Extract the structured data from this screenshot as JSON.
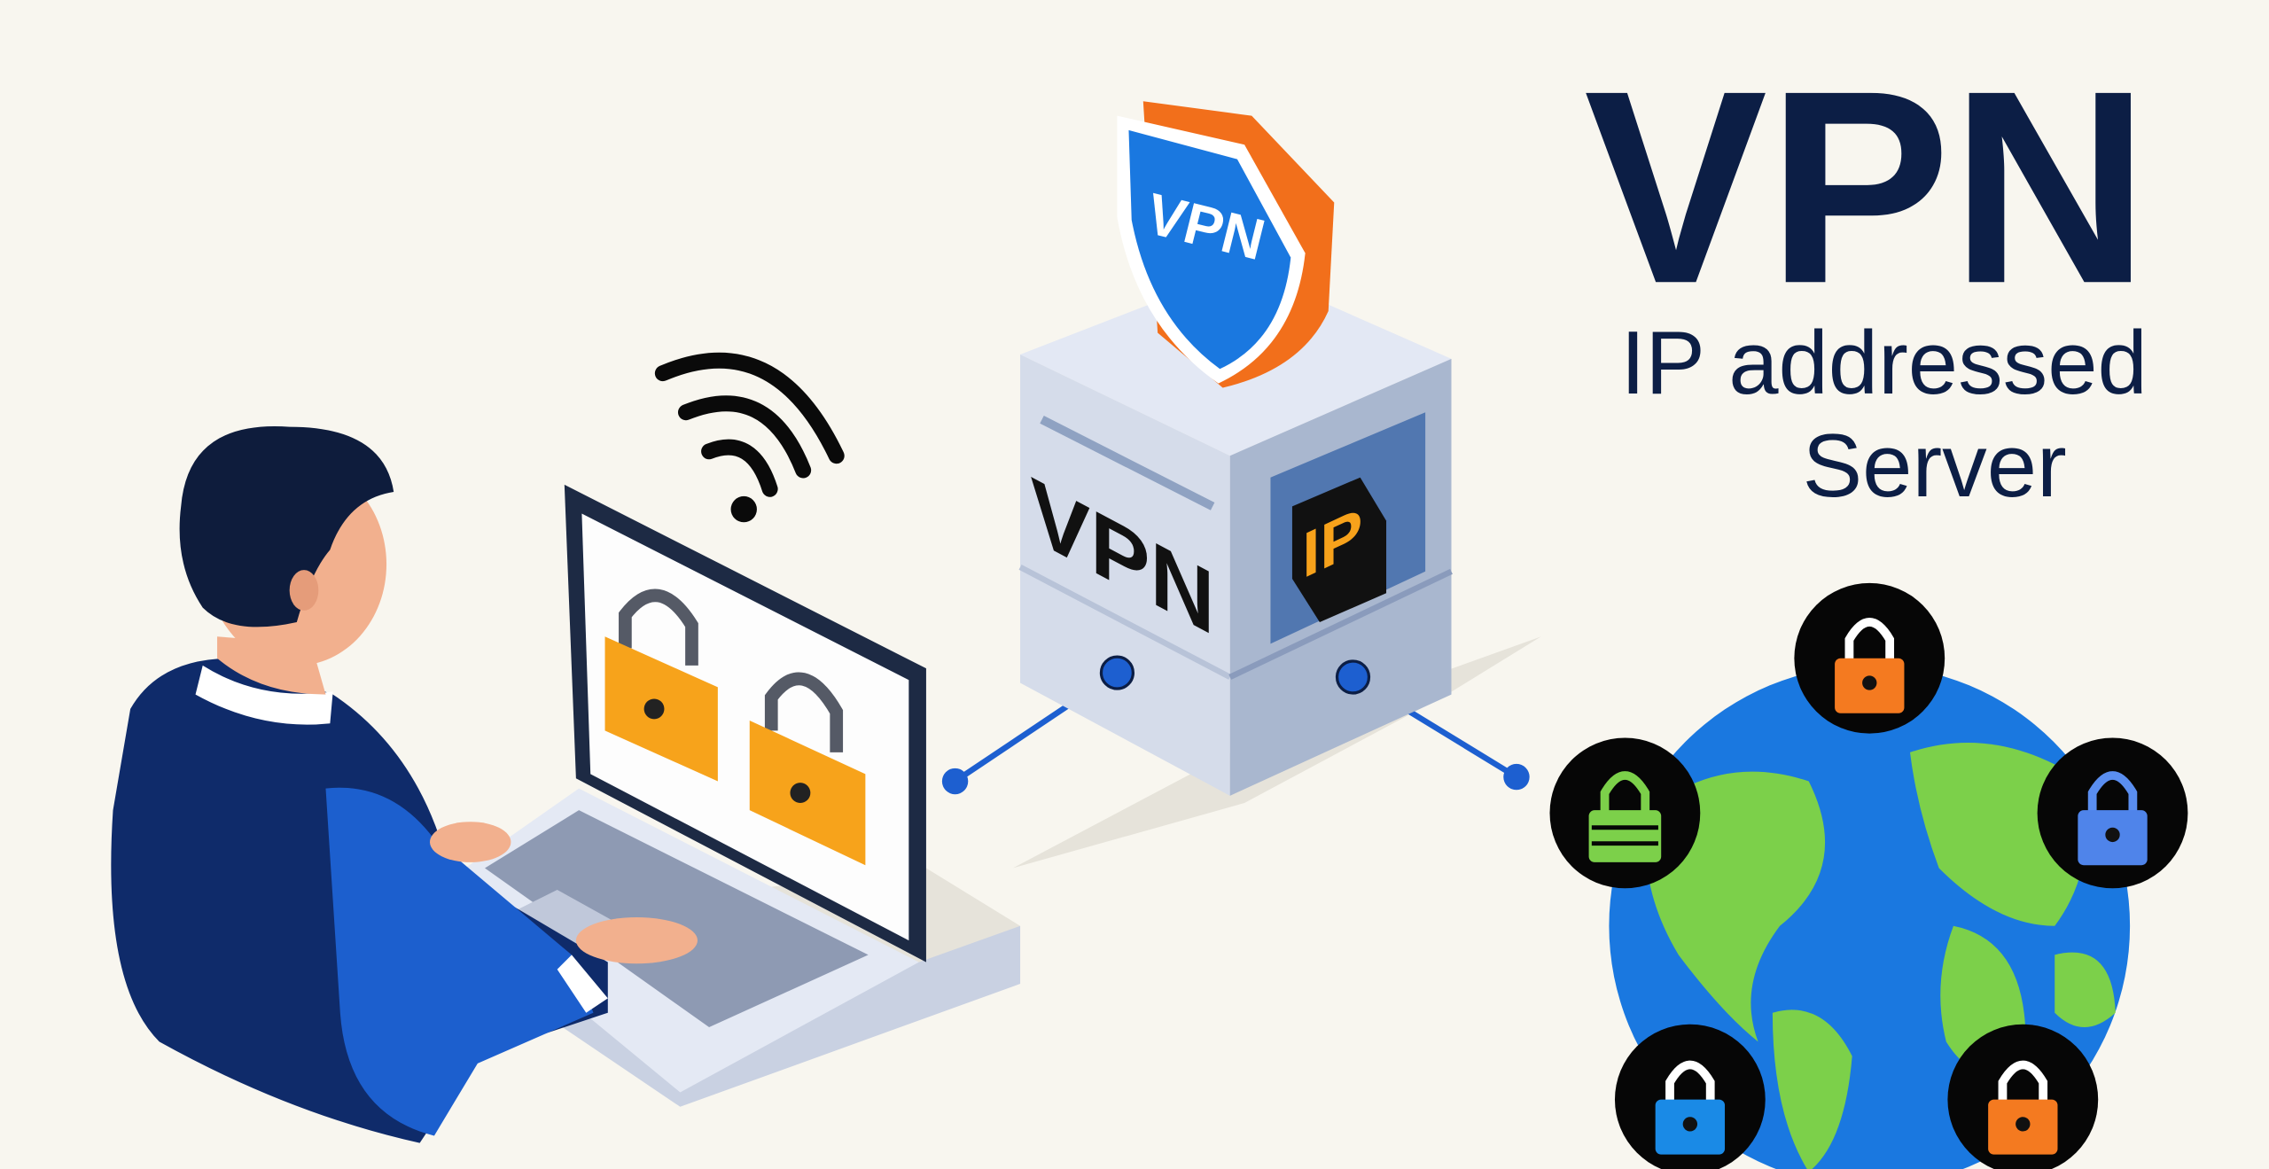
{
  "title": {
    "main": "VPN",
    "line1": "IP addressed",
    "line2": "Server"
  },
  "shield": {
    "label": "VPN"
  },
  "server": {
    "label": "VPN",
    "badge": "IP"
  },
  "colors": {
    "background": "#f8f6ef",
    "navy": "#0c1e45",
    "blue": "#1673e0",
    "orange": "#f47a20",
    "green": "#7cd04a"
  }
}
